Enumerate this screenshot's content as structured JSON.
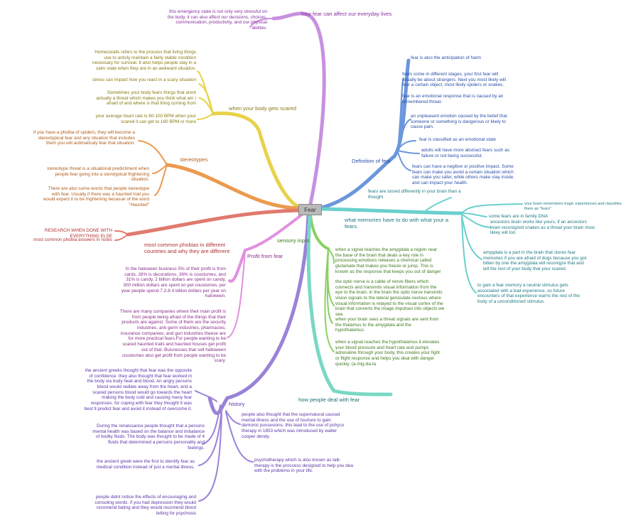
{
  "center": "Fear",
  "colors": {
    "purple": "#c890e0",
    "yellow": "#e8d24a",
    "orange": "#ec9a4e",
    "red": "#e07a6e",
    "pink": "#e28fe0",
    "violet": "#9a82d8",
    "blue": "#6a96dc",
    "teal": "#6ad0cc",
    "green": "#8ad060",
    "teal2": "#7ad8c4"
  },
  "branches": {
    "everyday": {
      "label": "how fear can affect our everyday lives",
      "notes": [
        "this emergency state is not only very stressful on the body, it can also affect our decisions, choices, communication, productivity, and our physical abilites."
      ]
    },
    "body": {
      "label": "when your body gets scared",
      "notes": [
        "Homeostalis refers to the process that living things use to activly maintain a fairly stable condition necessary for survival. It also helps people stay in a calm state when they are in an awkward situation.",
        "stress can impact how you react in a scary situation",
        "Sometimes your body fears things that arent actually a threat which makes you think what am I afraid of and where is that thing coming from",
        "your average heart rate is 60-100 BPM when your scared it can get to 160 BPM or more"
      ]
    },
    "stereotypes": {
      "label": "stereotypes",
      "notes": [
        "If you have a phobia of spiders, they will become a stereotypical fear and any situation that includes them you will autimaticaly fear that situation.",
        "stereotype threat is a situational predictiment when people fear going into a sterotypical frightening situation.",
        "There are also some words that people stereotype with fear. Usually if there was a haunted trail you would expect it to be frightening becasue of the word \"Haunted\""
      ]
    },
    "phobias": {
      "label": "most common phobias in different countries and why they are different",
      "notes": [
        "RESEARCH WHEN DONE WITH EVERYTHING ELSE",
        "most common phobia answers in notes"
      ]
    },
    "profit": {
      "label": "Profit from fear",
      "notes": [
        "In the haloween business 5% of their profit is from cards, 28% is decorations, 36% is coustumes, and 31% is candy. 2 billion dollars are spent on candy, 300 million dollars are spent on pet coustumes, per year people spend 7.2-8.4 billion dollars per year on haloween.",
        "There are many companies where their main profit is from people being afraid of the things that their products are against. Some of them are the security industries, anti germ industries, pharmacies, insurance companies, and gun industries theese are for more practical fears.For people wanting to be scared haunted trails and haunted houses get profit out of that. Buisnesses that sell halloween coustumes also get profit from people wanting to be scary."
      ]
    },
    "history": {
      "label": "history",
      "notes": [
        "the ancient greeks thought that fear was the opposite of confidence. they also thought that fear worked in the body via body heat and blood. An angry persons blood would radiate away from the heart, and a scared persons blood would go towards the heart making the body cold and causing many fear responses. for coping with fear they thought it was best tl predict fear and avoid it instead of overcome it.",
        "During the renaissance people thought that a persons mental health was based on the balance and imbalance of bodily fluids. The body was thought to be made of 4 fluids that determined a persons personality and feelings.",
        "the ancient greek were the first to identify fear as medical condition instead of just a mental illness.",
        "people didnt notice the effects of encouraging and consoling words. if you had depression they would recomend bating and they would recomend blood letting for psychosis",
        "people also thought that the supernatural caused mental illness and the use of tourture to gain demonic possesions. this lead to the use of pshyco therapy in 1853 which was introduced by walter cooper dendy.",
        "psychotherapy which is also known as talk therapy is the proccess designed to help you dea with the problems in your life."
      ]
    },
    "definition": {
      "label": "Definition of fear",
      "notes": [
        "fear is also the anticipation of harm",
        "fears come in different stages, your first fear will usually be about strangers. Next you most likely will fear a certain object, most likely spiders or snakes.",
        "fear is an emotional response that is caused by an remembered threat.",
        "an unpleasent emotion caused by the belief that someone or something is dangerous or likely to cause pain.",
        "fear is classified as an emotional state",
        "adults will have more abstract fears such as failure or not being successful.",
        "fears can have a negitive or positive impact. Some fears can make you avoid a certain situation which can make you safer, while others make stay inside and can impact your health."
      ]
    },
    "memories": {
      "label": "what memories have to do with what your a fears.",
      "notes": [
        "fears are stored differently in your brain than a thought",
        "your brain remembers tragic experiences and classifies them as \"fears\"",
        "some fears are in family DNA",
        "ancestors brain works like yours, if an ancestors brain reconigzed snakes as a threat your brain most likley will too",
        "amygdala is a part in the brain that stores fear memories if you are afraid of dogs because you got bitten by one the amygdala will reconigze that and tell the rest of your body that your scared.",
        "to gain a fear memory a neutral stimulus gets associated with a bad experience, so future encounters of that experience warns the rest of the body of a unconditioned stimulus."
      ]
    },
    "sensory": {
      "label": "sensory input",
      "notes": [
        "when a signal reaches the amygdala a region near the base of the brain that deals a key role in processing emotions releases a chemical called glutamate that makes you freeze or jump. This is known as the response that keeps you out of danger",
        "the optic nerve is a cable of nerve fibers which connects and transmits visual information from the eye to the brain. in the brain the optic nerve transmits vision signals to the lateral geniculate neclous where visual information is relayed to the visual cortex of the brain that converts the image impulses into objects we see.",
        "when your brain sees a threat signals are sent from the thalamus to the amygdala and the hypothalamus.",
        "when a signal reaches the hypothalamus it elevates your blood pressure and heart rate and pumps adrenaline through your body, this creates your fight or flight response and helps you deal with danger quickly. (a-mig-da-la"
      ]
    },
    "deal": {
      "label": "how people deal with fear",
      "notes": []
    }
  }
}
